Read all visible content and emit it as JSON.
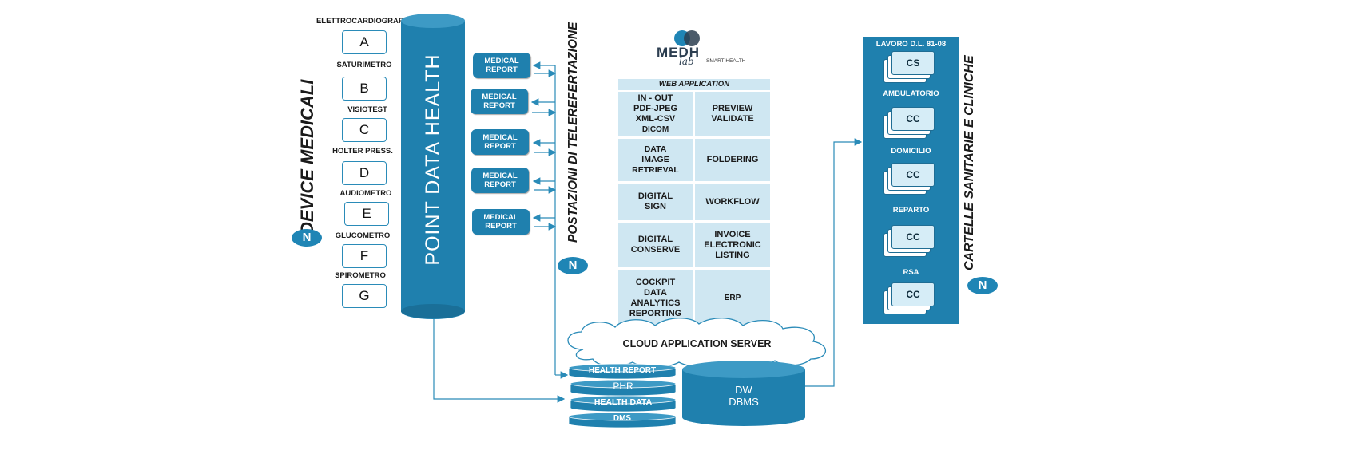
{
  "devices": {
    "title": "DEVICE MEDICALI",
    "badge": "N",
    "items": [
      {
        "label": "ELETTROCARDIOGRAFO",
        "letter": "A"
      },
      {
        "label": "SATURIMETRO",
        "letter": "B"
      },
      {
        "label": "VISIOTEST",
        "letter": "C"
      },
      {
        "label": "HOLTER PRESS.",
        "letter": "D"
      },
      {
        "label": "AUDIOMETRO",
        "letter": "E"
      },
      {
        "label": "GLUCOMETRO",
        "letter": "F"
      },
      {
        "label": "SPIROMETRO",
        "letter": "G"
      }
    ]
  },
  "point_data": {
    "title": "POINT DATA HEALTH"
  },
  "reports": {
    "title": "POSTAZIONI DI TELEREFERTAZIONE",
    "badge": "N",
    "items": [
      {
        "line1": "MEDICAL",
        "line2": "REPORT"
      },
      {
        "line1": "MEDICAL",
        "line2": "REPORT"
      },
      {
        "line1": "MEDICAL",
        "line2": "REPORT"
      },
      {
        "line1": "MEDICAL",
        "line2": "REPORT"
      },
      {
        "line1": "MEDICAL",
        "line2": "REPORT"
      }
    ]
  },
  "logo": {
    "main": "MEDH",
    "script": "lab",
    "tagline": "SMART HEALTH"
  },
  "web_app": {
    "header": "WEB APPLICATION",
    "rows": [
      {
        "left": [
          "IN - OUT",
          "PDF-JPEG",
          "XML-CSV",
          "DICOM"
        ],
        "right": [
          "PREVIEW",
          "VALIDATE"
        ]
      },
      {
        "left": [
          "DATA",
          "IMAGE",
          "RETRIEVAL"
        ],
        "right": [
          "FOLDERING"
        ]
      },
      {
        "left": [
          "DIGITAL",
          "SIGN"
        ],
        "right": [
          "WORKFLOW"
        ]
      },
      {
        "left": [
          "DIGITAL",
          "CONSERVE"
        ],
        "right": [
          "INVOICE",
          "ELECTRONIC",
          "LISTING"
        ]
      },
      {
        "left": [
          "COCKPIT",
          "DATA",
          "ANALYTICS",
          "REPORTING"
        ],
        "right": [
          "ERP"
        ]
      }
    ]
  },
  "cloud": {
    "label": "CLOUD APPLICATION SERVER"
  },
  "databases": {
    "stack": [
      "HEALTH REPORT",
      "PHR",
      "HEALTH DATA",
      "DMS"
    ],
    "dw": {
      "line1": "DW",
      "line2": "DBMS"
    }
  },
  "records": {
    "title": "CARTELLE SANITARIE E  CLINICHE",
    "badge": "N",
    "panel_title": "LAVORO D.L. 81-08",
    "items": [
      {
        "code": "CS",
        "label_after": "AMBULATORIO"
      },
      {
        "code": "CC",
        "label_after": "DOMICILIO"
      },
      {
        "code": "CC",
        "label_after": "REPARTO"
      },
      {
        "code": "CC",
        "label_after": "RSA"
      },
      {
        "code": "CC",
        "label_after": ""
      }
    ]
  },
  "colors": {
    "primary": "#1f80ae",
    "light": "#cfe7f2",
    "line": "#2a8bb8"
  }
}
